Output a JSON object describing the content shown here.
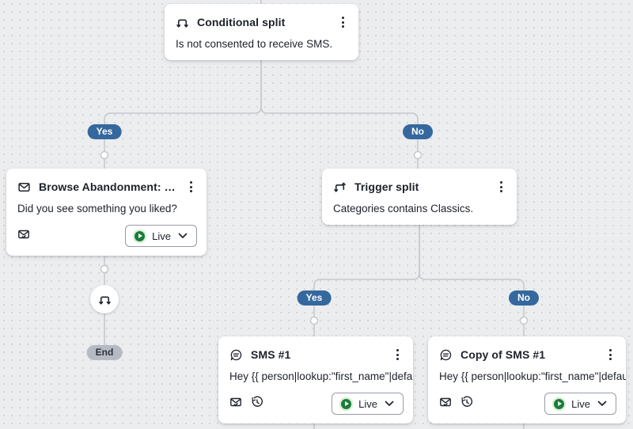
{
  "canvas": {
    "background": "#ecedef",
    "dot_color": "#d2d5d9",
    "connector_color": "#c4c8cd"
  },
  "branch_labels": {
    "top_yes": "Yes",
    "top_no": "No",
    "bottom_yes": "Yes",
    "bottom_no": "No",
    "end": "End"
  },
  "cards": {
    "conditional_split": {
      "title": "Conditional split",
      "description": "Is not consented to receive SMS."
    },
    "browse_abandonment": {
      "title": "Browse Abandonment: Email…",
      "description": "Did you see something you liked?",
      "status_label": "Live"
    },
    "trigger_split": {
      "title": "Trigger split",
      "description": "Categories contains Classics."
    },
    "sms_1": {
      "title": "SMS #1",
      "description": "Hey {{ person|lookup:\"first_name\"|defaul…",
      "status_label": "Live"
    },
    "copy_of_sms_1": {
      "title": "Copy of SMS #1",
      "description": "Hey {{ person|lookup:\"first_name\"|defaul…",
      "status_label": "Live"
    }
  },
  "icons": {
    "conditional_split_header": "branch-split-icon",
    "trigger_split_header": "branch-split-icon",
    "browse_abandonment_header": "envelope-icon",
    "sms_header": "chat-bubble-icon",
    "footer_message": "envelope-check-icon",
    "footer_smart_sending": "clock-history-icon",
    "status": "play-circle-icon",
    "menu": "kebab-menu-icon",
    "dropdown": "chevron-down-icon"
  },
  "colors": {
    "branch_pill": "#35689e",
    "end_pill": "#b5bac3",
    "status_green": "#1a7c3a",
    "status_ring": "#def0da"
  }
}
